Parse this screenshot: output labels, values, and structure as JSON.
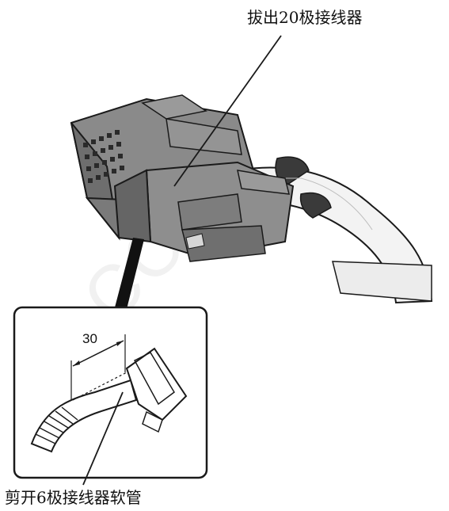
{
  "labels": {
    "unplug_connector": "拔出20极接线器",
    "cut_tube": "剪开6极接线器软管",
    "dimension": "30"
  },
  "watermark": "ACCE",
  "colors": {
    "outline": "#1a1a1a",
    "connector_fill": "#8a8a8a",
    "connector_dark": "#5c5c5c",
    "tube_fill": "#f2f2f2"
  }
}
